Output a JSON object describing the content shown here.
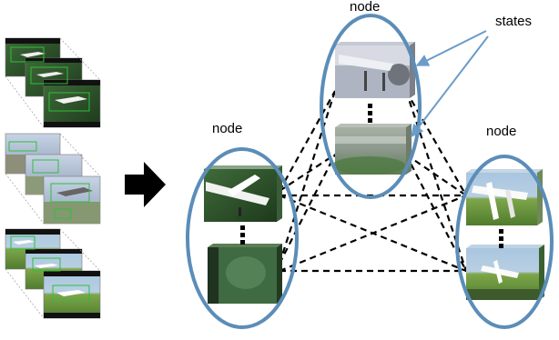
{
  "labels": {
    "node_top": "node",
    "node_left": "node",
    "node_right": "node",
    "states": "states"
  },
  "colors": {
    "ellipse": "#5b8db8",
    "arrow": "#000000",
    "dashed_edge": "#000000",
    "callout": "#6b9cc8",
    "detection_box": "#2fbf3a"
  },
  "icons": {
    "transform_arrow": "right-arrow-icon",
    "airplane_frame": "airplane-photo"
  }
}
